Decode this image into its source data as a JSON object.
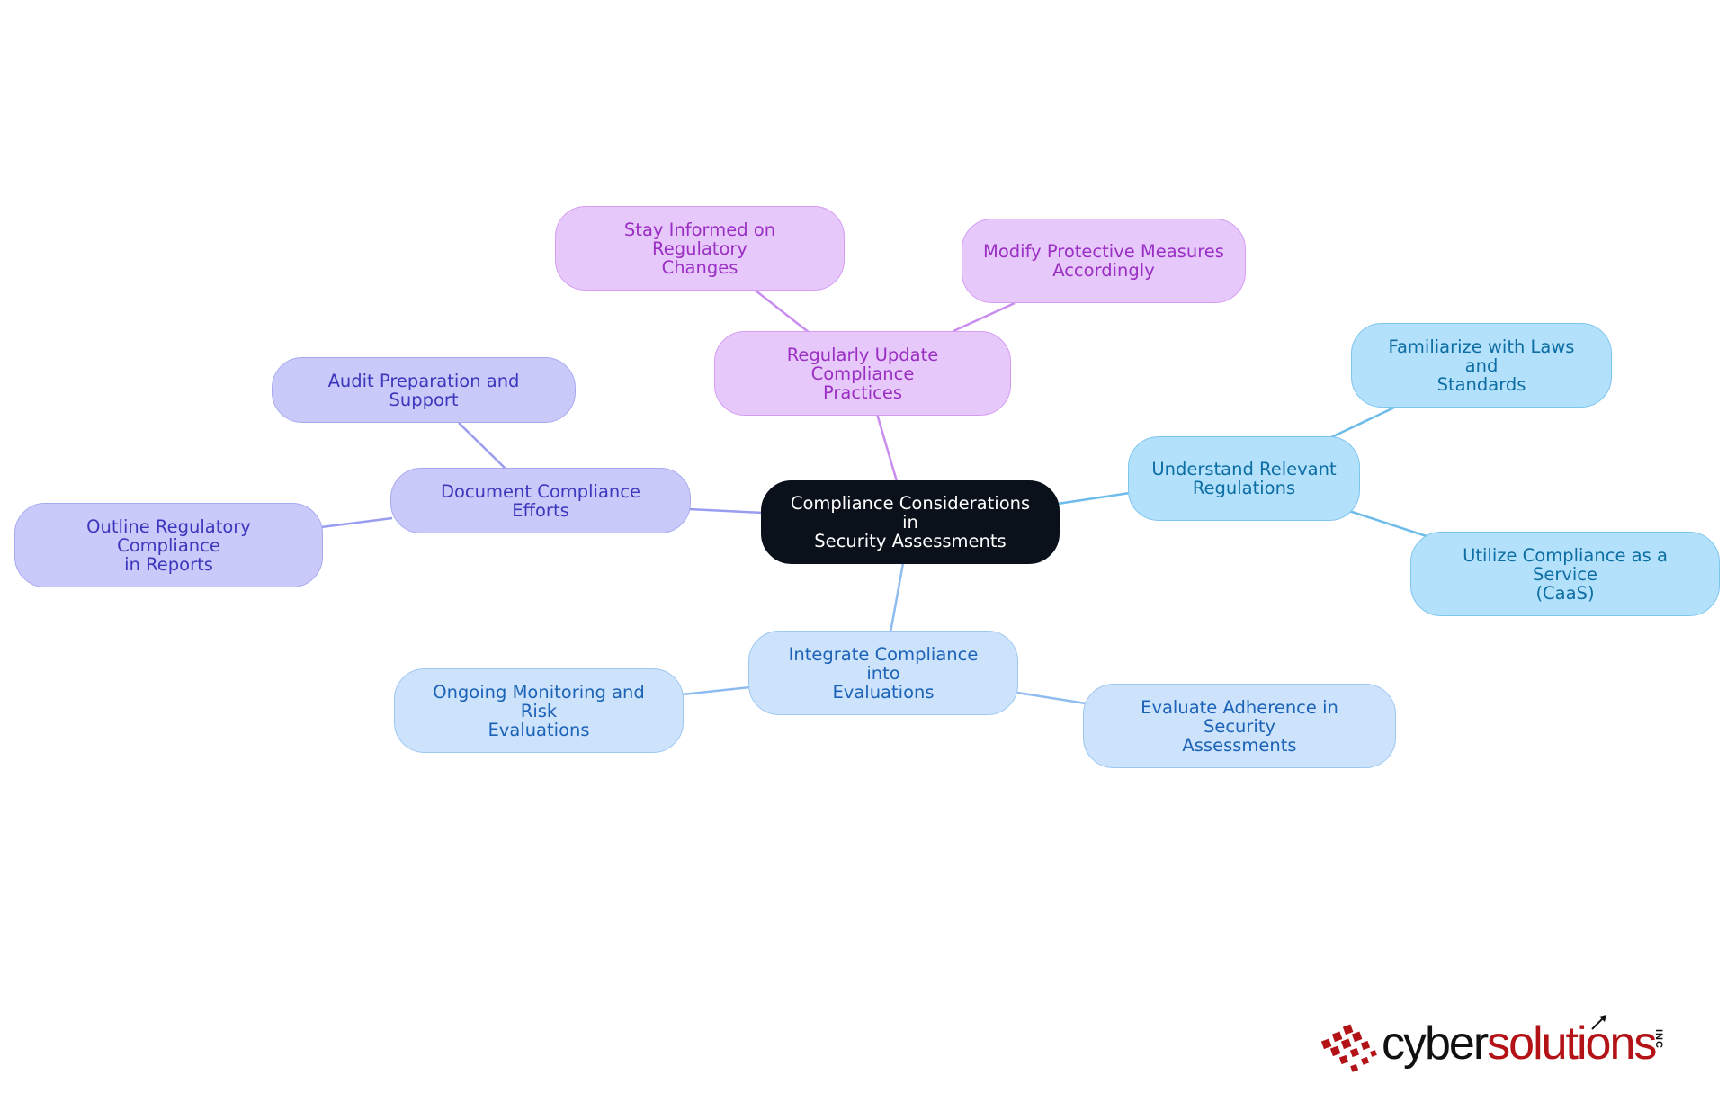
{
  "diagram": {
    "root": {
      "lines": [
        "Compliance Considerations in",
        "Security Assessments"
      ]
    },
    "branches": {
      "update": {
        "lines": [
          "Regularly Update Compliance",
          "Practices"
        ],
        "children": {
          "stay_informed": [
            "Stay Informed on Regulatory",
            "Changes"
          ],
          "modify_measures": [
            "Modify Protective Measures",
            "Accordingly"
          ]
        }
      },
      "document": {
        "lines": [
          "Document Compliance Efforts"
        ],
        "children": {
          "audit": [
            "Audit Preparation and Support"
          ],
          "outline": [
            "Outline Regulatory Compliance",
            "in Reports"
          ]
        }
      },
      "understand": {
        "lines": [
          "Understand Relevant",
          "Regulations"
        ],
        "children": {
          "familiarize": [
            "Familiarize with Laws and",
            "Standards"
          ],
          "caas": [
            "Utilize Compliance as a Service",
            "(CaaS)"
          ]
        }
      },
      "integrate": {
        "lines": [
          "Integrate Compliance into",
          "Evaluations"
        ],
        "children": {
          "monitoring": [
            "Ongoing Monitoring and Risk",
            "Evaluations"
          ],
          "evaluate": [
            "Evaluate Adherence in Security",
            "Assessments"
          ]
        }
      }
    },
    "colors": {
      "root": "#0b111b",
      "purple_edge": "#c98cef",
      "indigo_edge": "#9a9cf0",
      "sky_edge": "#6dbce9",
      "blue_edge": "#8fbcf0"
    }
  },
  "logo": {
    "word_part1": "cyber",
    "word_part2": "solutions",
    "suffix": "INC",
    "colors": {
      "dark": "#111111",
      "red": "#b31217"
    }
  }
}
